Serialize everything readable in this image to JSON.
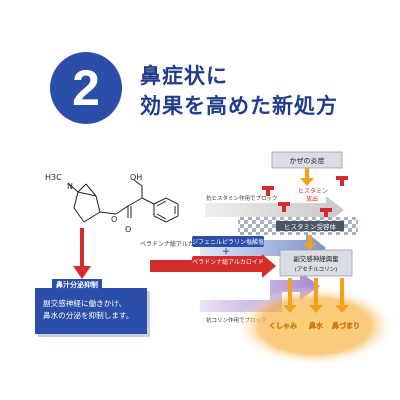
{
  "header": {
    "number": "2",
    "line1": "鼻症状に",
    "line2": "効果を高めた新処方"
  },
  "molecule": {
    "labels": [
      "H3C",
      "N",
      "OH",
      "O",
      "O"
    ]
  },
  "labels": {
    "belladonna_under_molecule": "ベラドンナ総アルカロイド",
    "antihistamine_block": "抗ヒスタミン作用でブロック",
    "anticholinergic_block": "抗コリン作用でブロック",
    "cold_inflammation": "かぜの炎症",
    "histamine": "ヒスタミン",
    "histamine_release": "放出",
    "histamine_receptor": "ヒスタミン受容体",
    "parasympathetic": "副交感神経興奮",
    "acetylcholine": "(アセチルコリン)",
    "diphenylpyraline": "ジフェニルピラリン塩酸塩",
    "plus": "＋",
    "belladonna_arrow": "ベラドンナ総アルカロイド",
    "symptoms": [
      "くしゃみ",
      "鼻水",
      "鼻づまり"
    ]
  },
  "note": {
    "title": "鼻汁分泌抑制",
    "line1": "副交感神経に働きかけ、",
    "line2": "鼻水の分泌を抑制します。"
  },
  "colors": {
    "brand_blue": "#2b4ea8",
    "red": "#d42b2b",
    "orange": "#f2a31b",
    "purple": "#b69ad6"
  }
}
